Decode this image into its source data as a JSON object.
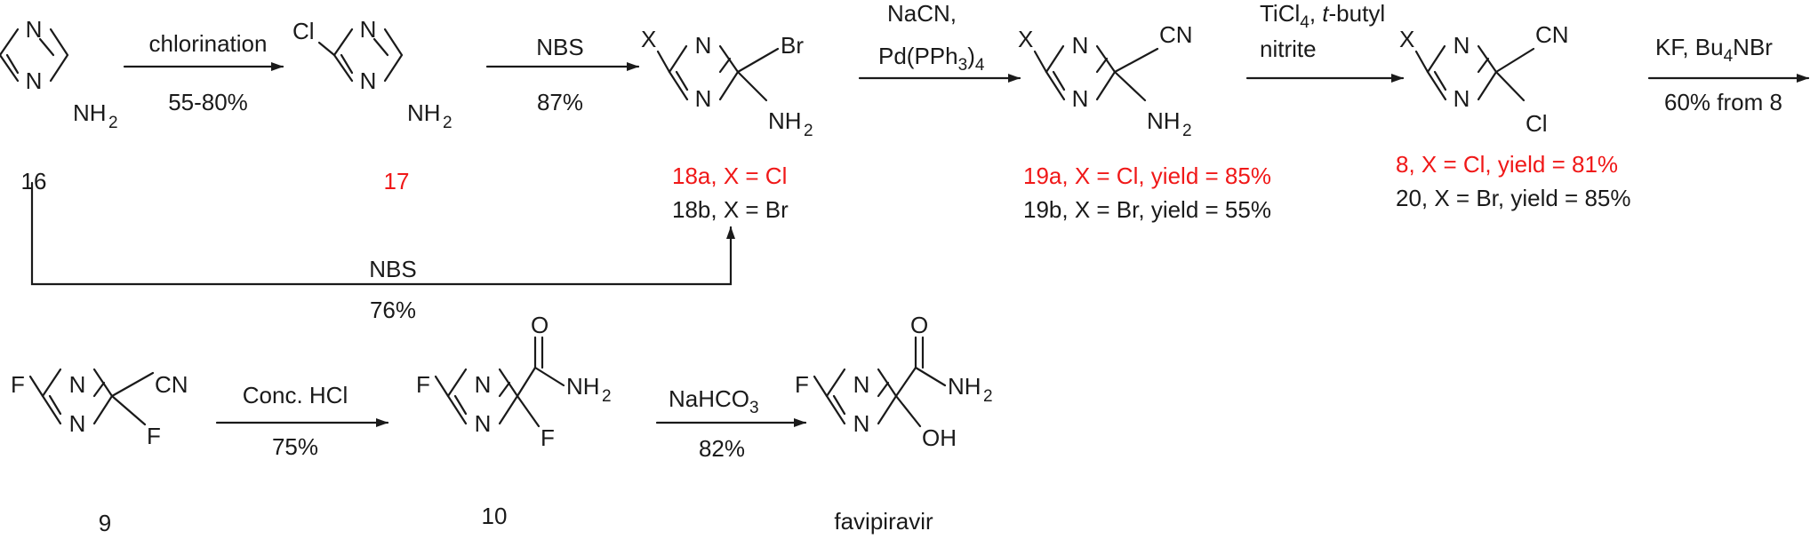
{
  "colors": {
    "black": "#1a1a1a",
    "highlight": "#f01818"
  },
  "atoms": {
    "N": "N",
    "X": "X",
    "Cl": "Cl",
    "Br": "Br",
    "F": "F",
    "CN": "CN",
    "NH": "NH",
    "h_sub": "2",
    "O": "O",
    "OH": "OH"
  },
  "row1": {
    "step1": {
      "reagent": "chlorination",
      "yield": "55-80%"
    },
    "step2": {
      "reagent": "NBS",
      "yield": "87%"
    },
    "step3": {
      "reagent_line1": "NaCN,",
      "reagent_line2": "Pd(PPh",
      "sub_3": "3",
      "close_paren": ")",
      "sub_4": "4"
    },
    "step4": {
      "reagent_line1_a": "TiCl",
      "sub_4": "4",
      "reagent_line1_b": ", ",
      "reagent_line1_c": "t",
      "reagent_line1_d": "-butyl",
      "reagent_line2": "nitrite"
    },
    "step5": {
      "reagent_a": "KF, Bu",
      "sub_4": "4",
      "reagent_b": "NBr",
      "yield": "60% from 8"
    },
    "bypass": {
      "reagent": "NBS",
      "yield": "76%"
    },
    "labels": {
      "c16": "16",
      "c17": "17",
      "c18a": "18a, X = Cl",
      "c18b": "18b, X = Br",
      "c19a": "19a, X = Cl, yield = 85%",
      "c19b": "19b, X = Br, yield = 55%",
      "c8": "8, X = Cl, yield = 81%",
      "c20": "20, X = Br, yield = 85%"
    }
  },
  "row2": {
    "step1": {
      "reagent": "Conc. HCl",
      "yield": "75%"
    },
    "step2": {
      "reagent_a": "NaHCO",
      "sub_3": "3",
      "yield": "82%"
    },
    "labels": {
      "c9": "9",
      "c10": "10",
      "fav": "favipiravir"
    }
  }
}
